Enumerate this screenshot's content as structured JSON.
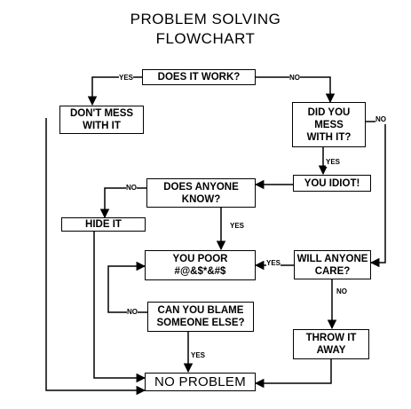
{
  "title": {
    "line1": "PROBLEM SOLVING",
    "line2": "FLOWCHART"
  },
  "nodes": {
    "does_it_work": "DOES IT WORK?",
    "dont_mess": "DON'T MESS\nWITH IT",
    "did_you_mess": "DID YOU\nMESS\nWITH IT?",
    "you_idiot": "YOU IDIOT!",
    "does_anyone_know": "DOES ANYONE\nKNOW?",
    "hide_it": "HIDE IT",
    "you_poor": "YOU POOR\n#@&$*&#$",
    "will_anyone_care": "WILL ANYONE\nCARE?",
    "can_you_blame": "CAN YOU BLAME\nSOMEONE ELSE?",
    "throw_it_away": "THROW IT\nAWAY",
    "no_problem": "NO PROBLEM"
  },
  "edges": {
    "work_yes": "YES",
    "work_no": "NO",
    "mess_no": "NO",
    "mess_yes": "YES",
    "know_no": "NO",
    "know_yes": "YES",
    "care_yes": "YES",
    "care_no": "NO",
    "blame_no": "NO",
    "blame_yes": "YES"
  }
}
